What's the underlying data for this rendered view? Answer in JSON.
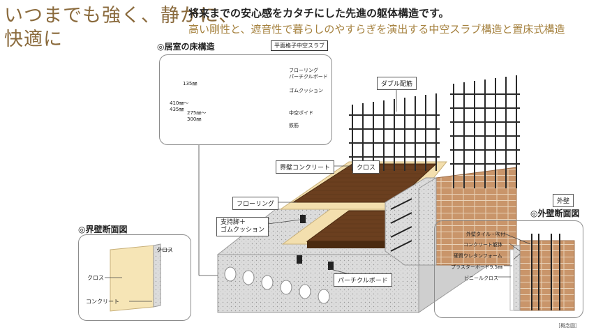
{
  "headline": {
    "line1": "いつまでも強く、静かに、",
    "line2": "快適に"
  },
  "lead": {
    "line1": "将来までの安心感をカタチにした先進の躯体構造です。",
    "line2": "高い剛性と、遮音性で暮らしのやすらぎを演出する中空スラブ構造と置床式構造"
  },
  "floor_section": {
    "title": "◎居室の床構造",
    "tag": "平面格子中空スラブ",
    "dims": {
      "d1": "135",
      "d2_a": "410",
      "d2_b": "435",
      "d3_a": "275",
      "d3_b": "300",
      "unit": "㎜",
      "tilde": "〜"
    },
    "labels": [
      "フローリング",
      "パーチクルボード",
      "ゴムクッション",
      "中空ボイド",
      "鉄筋"
    ]
  },
  "main_labels": {
    "double_rebar": "ダブル配筋",
    "partition_concrete": "界壁コンクリート",
    "cloth": "クロス",
    "flooring": "フローリング",
    "support": "支持脚＋\nゴムクッション",
    "particle_board": "パーチクルボード",
    "exterior_wall": "外壁"
  },
  "partition_section": {
    "title": "◎界壁断面図",
    "labels": {
      "cloth_right": "クロス",
      "cloth_left": "クロス",
      "concrete": "コンクリート"
    }
  },
  "exterior_section": {
    "title": "◎外壁断面図",
    "labels": [
      "外壁タイル・吹付",
      "コンクリート躯体",
      "硬質ウレタンフォーム",
      "プラスターボード9.5㎜",
      "ビニールクロス"
    ]
  },
  "footnote": "［概念図］",
  "colors": {
    "headline": "#8a6a3c",
    "accent": "#a5813e",
    "tile": "#c9956a",
    "wood": "#6b3f1f",
    "board": "#f3dfae",
    "concrete": "#d9d9d9"
  }
}
